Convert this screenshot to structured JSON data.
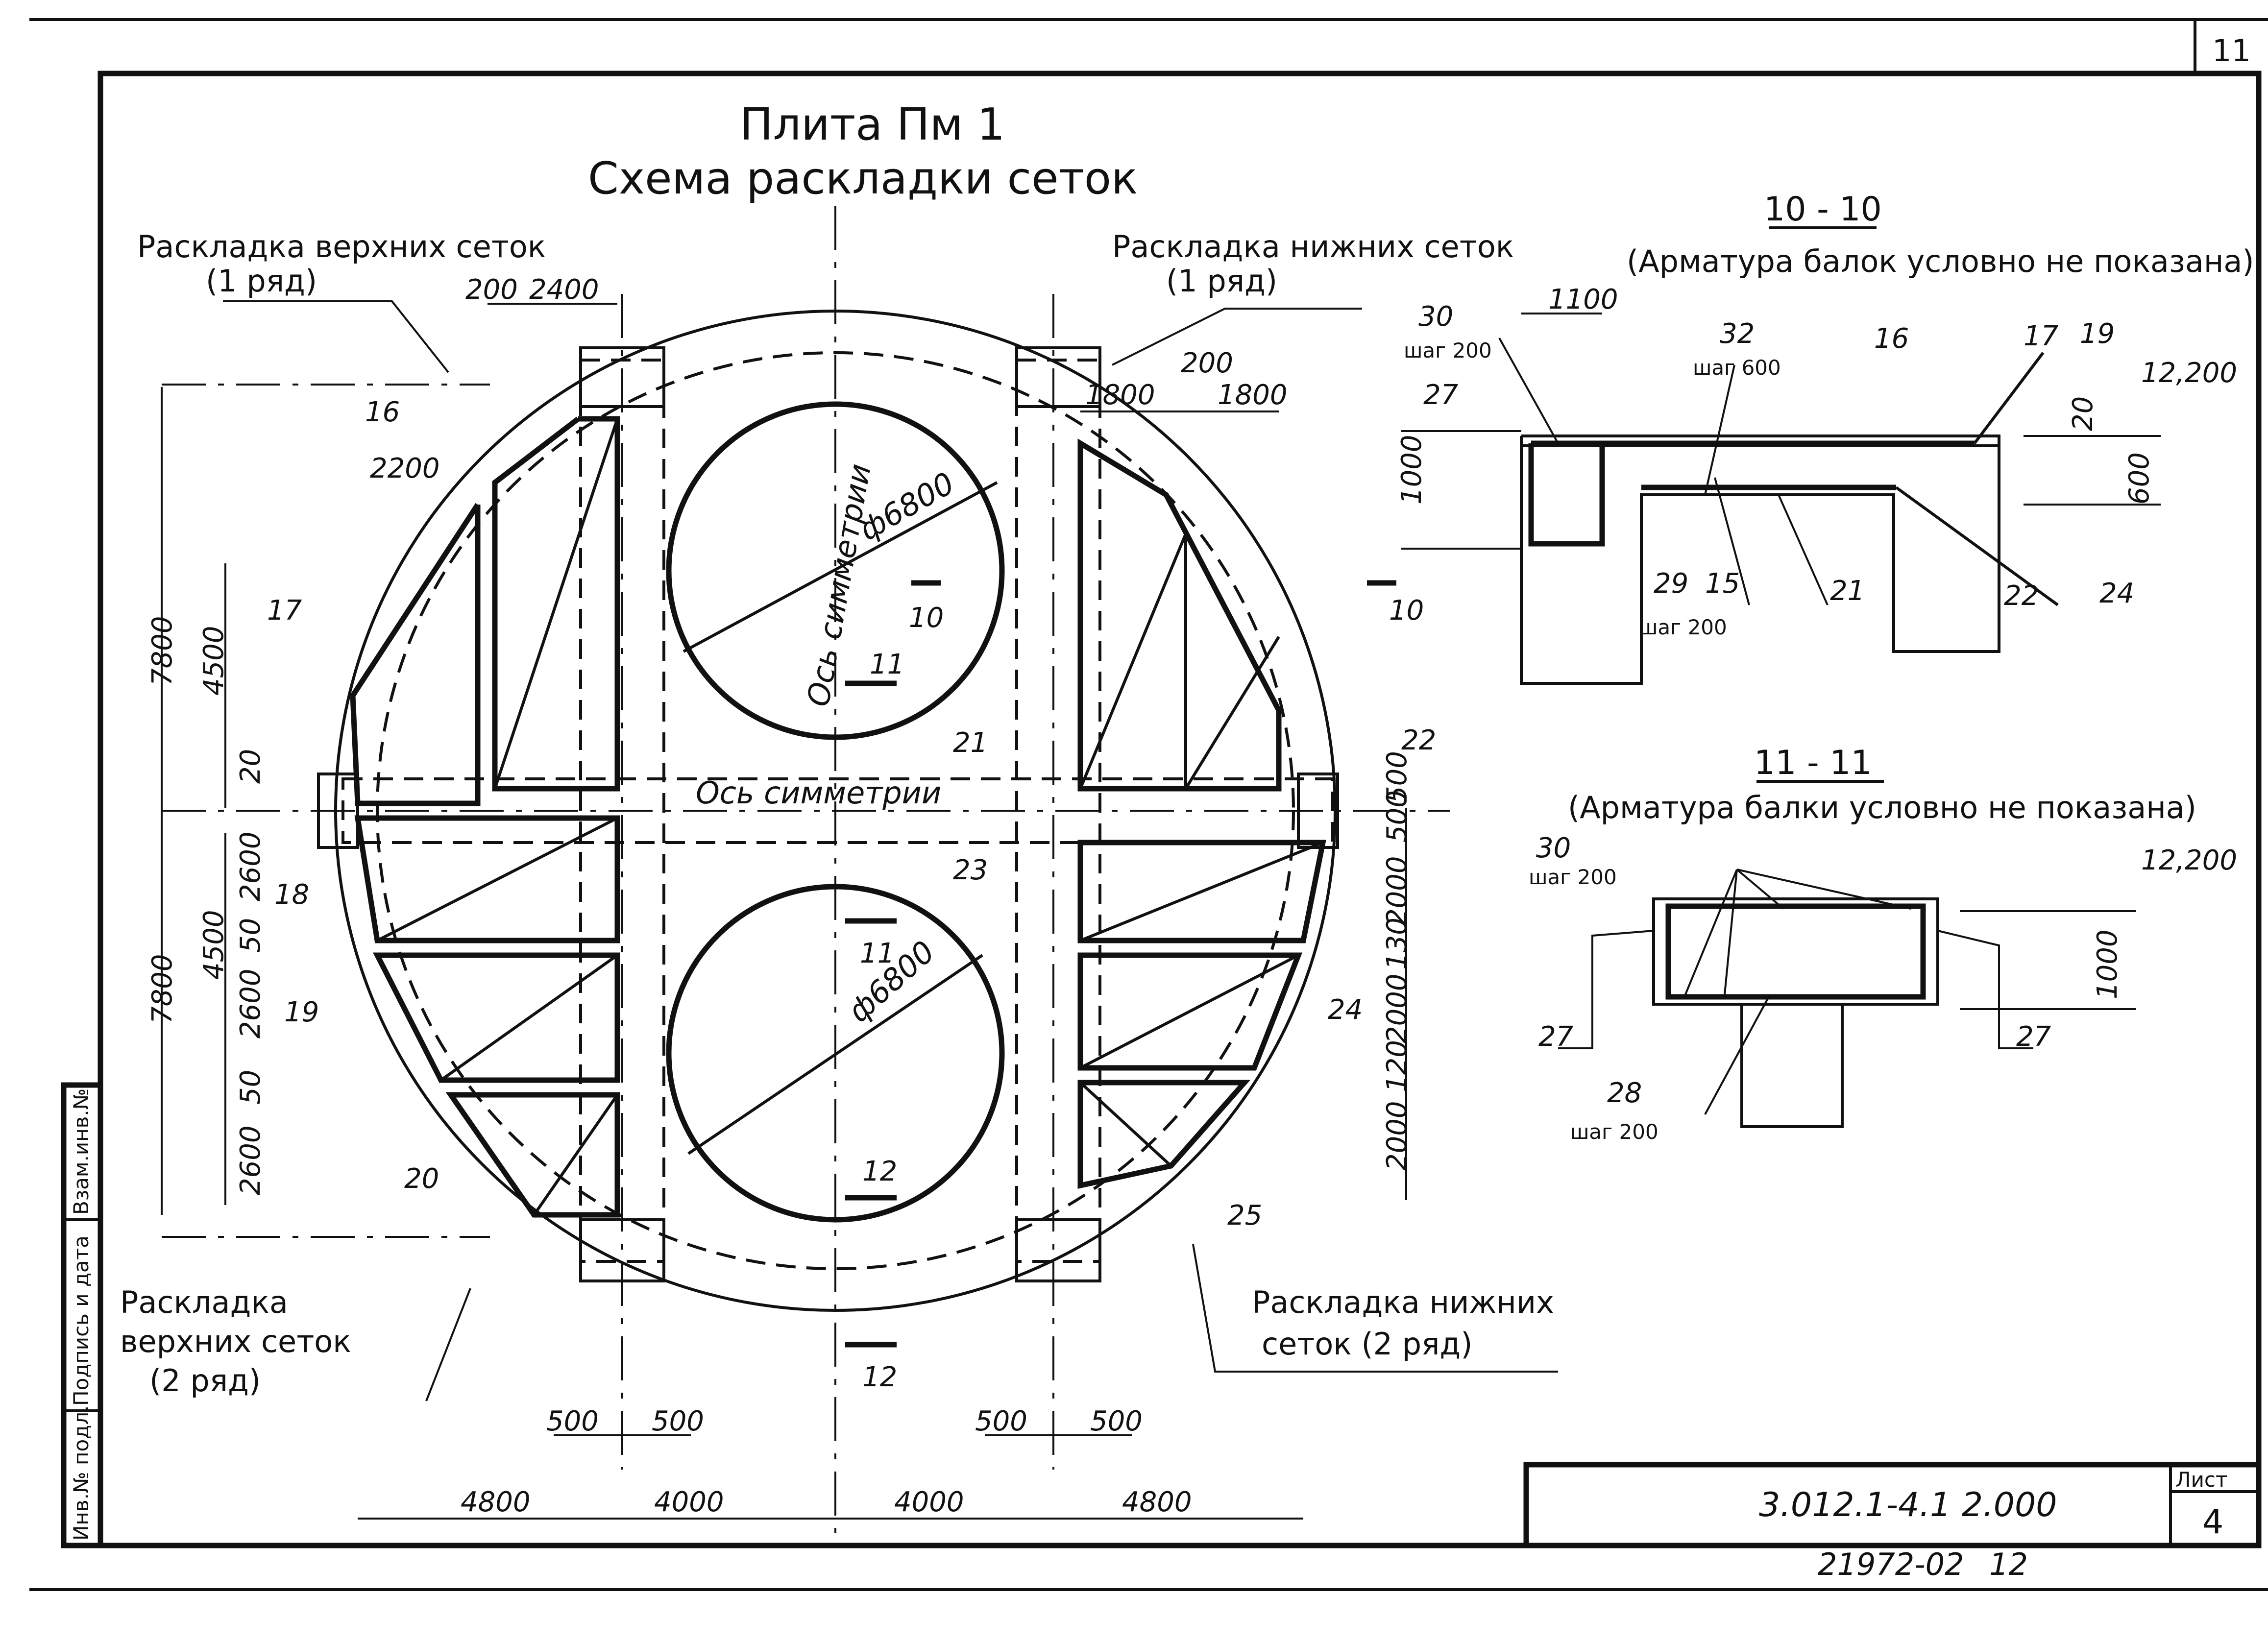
{
  "sheet": {
    "corner_page": "11",
    "title": "Плита Пм 1",
    "subtitle": "Схема раскладки сеток",
    "doc_code": "3.012.1-4.1 2.000",
    "sheet_label": "Лист",
    "sheet_number": "4",
    "archive_number": "21972-02",
    "archive_page": "12"
  },
  "side_stamp": [
    "Инв.№ подл.",
    "Подпись и дата",
    "Взам.инв.№"
  ],
  "labels": {
    "top_upper": "Раскладка верхних сеток",
    "top_upper_row": "(1 ряд)",
    "top_lower": "Раскладка нижних сеток",
    "top_lower_row": "(1 ряд)",
    "bottom_upper_1": "Раскладка",
    "bottom_upper_2": "верхних сеток",
    "bottom_upper_row": "(2 ряд)",
    "bottom_lower_1": "Раскладка нижних",
    "bottom_lower_2": "сеток (2 ряд)",
    "axis_v": "Ось симметрии",
    "axis_h": "Ось симметрии",
    "dia_top": "ф6800",
    "dia_bottom": "ф6800"
  },
  "plan_dims": {
    "top_200": "200",
    "top_2400": "2400",
    "top_2200": "2200",
    "right_200": "200",
    "right_1800a": "1800",
    "right_1800b": "1800",
    "left_7800a": "7800",
    "left_4500a": "4500",
    "left_20": "20",
    "left_2600a": "2600",
    "left_4500b": "4500",
    "left_50a": "50",
    "left_2600b": "2600",
    "left_7800b": "7800",
    "left_50b": "50",
    "left_2600c": "2600",
    "right_500a": "500",
    "right_500b": "500",
    "right_2000a": "2000",
    "right_130": "130",
    "right_2000b": "2000",
    "right_120": "120",
    "right_2000c": "2000",
    "bot_500a": "500",
    "bot_500b": "500",
    "bot_500c": "500",
    "bot_500d": "500",
    "bot_4800a": "4800",
    "bot_4000a": "4000",
    "bot_4000b": "4000",
    "bot_4800b": "4800"
  },
  "plan_marks": [
    "16",
    "17",
    "18",
    "19",
    "20",
    "21",
    "22",
    "23",
    "24",
    "25"
  ],
  "section_marks": {
    "s10_left": "10",
    "s10_right": "10",
    "s11_top": "11",
    "s11_mid": "11",
    "s12_mid": "12",
    "s12_bot": "12"
  },
  "section_10": {
    "title": "10 - 10",
    "note": "(Арматура балок условно не показана)",
    "dim_1100": "1100",
    "dim_1000": "1000",
    "dim_600": "600",
    "dim_20": "20",
    "level": "12,200",
    "m30": "30",
    "m30_step": "шаг 200",
    "m32": "32",
    "m32_step": "шаг 600",
    "m16": "16",
    "m17": "17",
    "m19": "19",
    "m27": "27",
    "m29": "29",
    "m29_step": "шаг 200",
    "m15": "15",
    "m21": "21",
    "m22": "22",
    "m24": "24"
  },
  "section_11": {
    "title": "11 - 11",
    "note": "(Арматура балки условно не показана)",
    "m30": "30",
    "m30_step": "шаг 200",
    "level": "12,200",
    "dim_1000": "1000",
    "m27_left": "27",
    "m27_right": "27",
    "m28": "28",
    "m28_step": "шаг 200"
  }
}
